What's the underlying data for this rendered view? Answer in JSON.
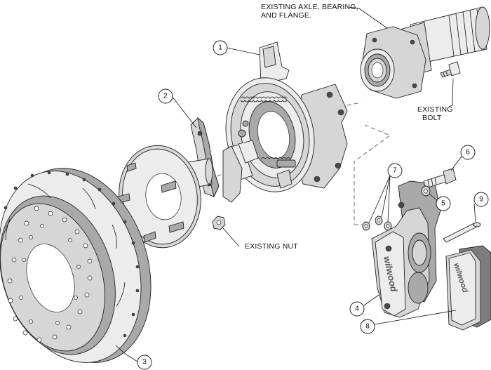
{
  "labels": {
    "existing_axle": [
      "EXISTING AXLE, BEARING,",
      "AND FLANGE."
    ],
    "existing_bolt": [
      "EXISTING",
      "BOLT"
    ],
    "existing_nut": "EXISTING NUT"
  },
  "callouts": [
    "1",
    "2",
    "3",
    "4",
    "5",
    "6",
    "7",
    "8",
    "9"
  ],
  "caliper_brand": "wilwood"
}
